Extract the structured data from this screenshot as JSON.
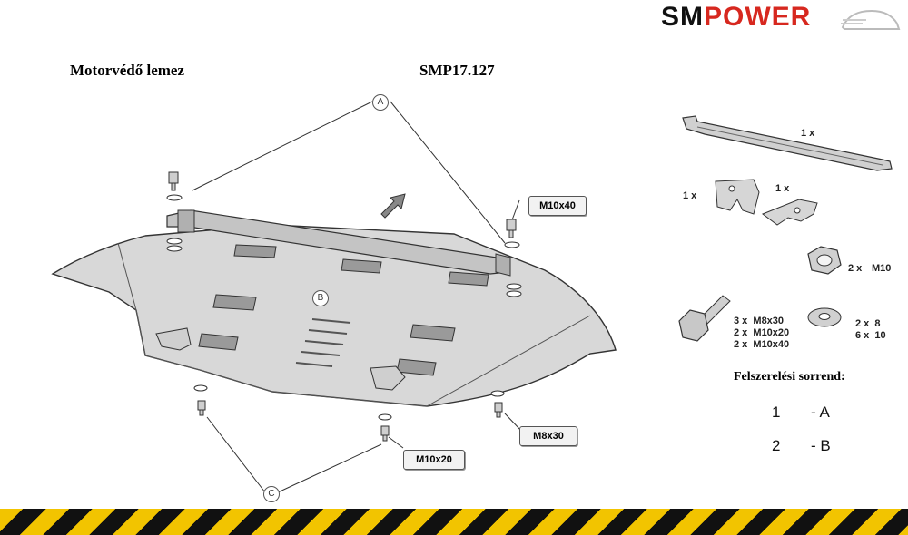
{
  "brand": {
    "part1": "SM",
    "part2": "POWER"
  },
  "header": {
    "title": "Motorvédő lemez",
    "part_number": "SMP17.127"
  },
  "callouts": {
    "a": "A",
    "b": "B",
    "c": "C"
  },
  "bolt_labels": {
    "m10x40": "M10x40",
    "m8x30": "M8x30",
    "m10x20": "M10x20"
  },
  "parts": {
    "bracket_qty": "1 x",
    "plate1_qty": "1 x",
    "plate2_qty": "1 x",
    "nut_qty": "2 x",
    "nut_size": "M10",
    "bolts": [
      "3 x  M8x30",
      "2 x  M10x20",
      "2 x  M10x40"
    ],
    "washers": [
      "2 x  8",
      "6 x  10"
    ]
  },
  "sequence": {
    "title": "Felszerelési sorrend:",
    "steps": [
      {
        "num": "1",
        "code": "- A"
      },
      {
        "num": "2",
        "code": "- B"
      }
    ]
  }
}
